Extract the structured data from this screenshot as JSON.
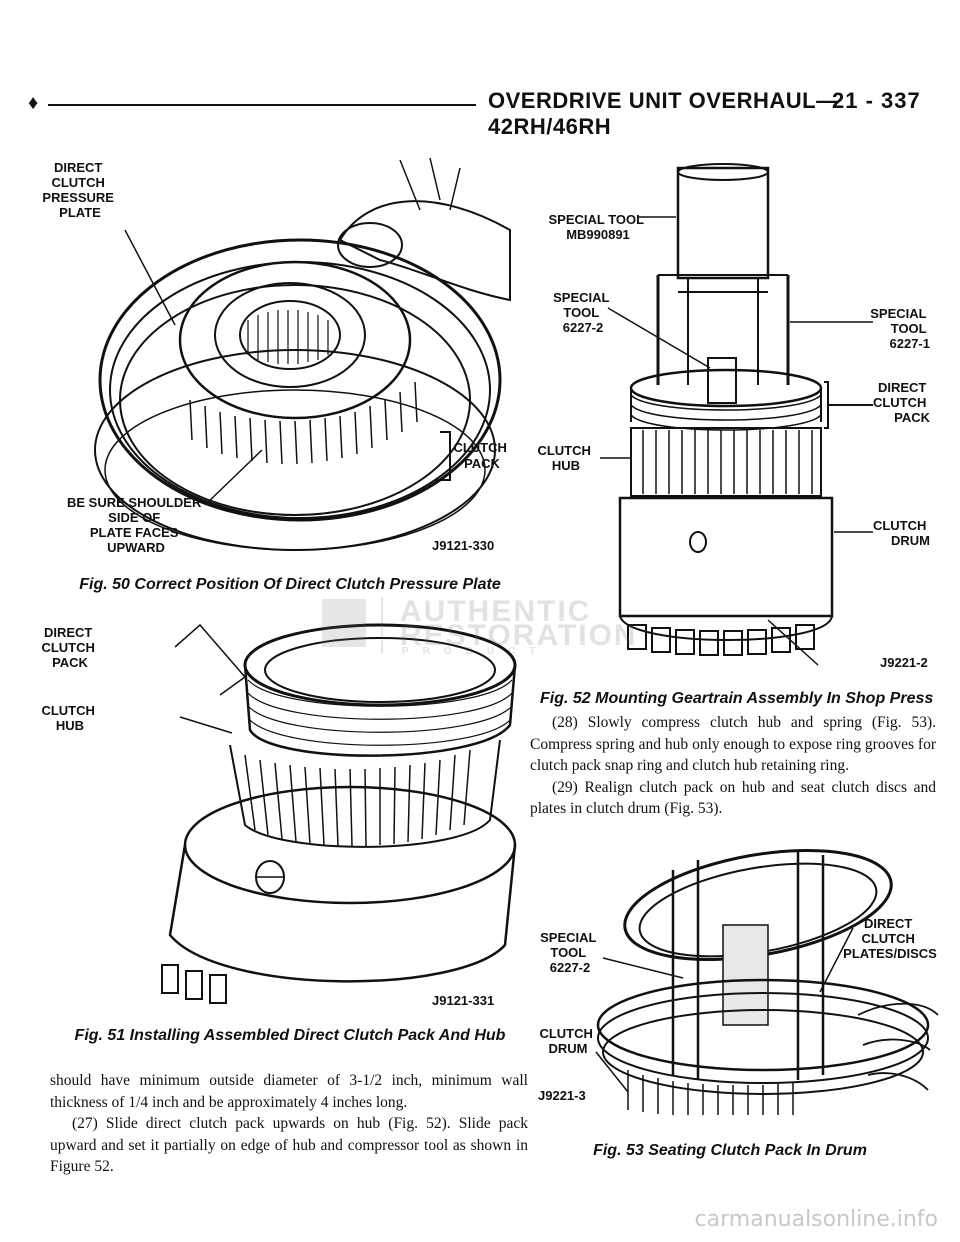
{
  "header": {
    "bullet": "♦",
    "title": "OVERDRIVE UNIT OVERHAUL—42RH/46RH",
    "page": "21 - 337"
  },
  "fig50": {
    "label_pressure_plate": [
      "DIRECT",
      "CLUTCH",
      "PRESSURE",
      "PLATE"
    ],
    "label_clutch_pack": [
      "CLUTCH",
      "PACK"
    ],
    "label_shoulder": [
      "BE SURE SHOULDER",
      "SIDE OF",
      "PLATE FACES",
      "UPWARD"
    ],
    "code": "J9121-330",
    "caption": "Fig. 50 Correct Position Of Direct Clutch Pressure Plate"
  },
  "fig51": {
    "label_pack": [
      "DIRECT",
      "CLUTCH",
      "PACK"
    ],
    "label_hub": [
      "CLUTCH",
      "HUB"
    ],
    "code": "J9121-331",
    "caption": "Fig. 51 Installing Assembled Direct Clutch Pack And Hub"
  },
  "fig52": {
    "label_tool_mb": [
      "SPECIAL TOOL",
      "MB990891"
    ],
    "label_tool_2": [
      "SPECIAL",
      "TOOL",
      "6227-2"
    ],
    "label_tool_1": [
      "SPECIAL",
      "TOOL",
      "6227-1"
    ],
    "label_pack": [
      "DIRECT",
      "CLUTCH",
      "PACK"
    ],
    "label_hub": [
      "CLUTCH",
      "HUB"
    ],
    "label_drum": [
      "CLUTCH",
      "DRUM"
    ],
    "code": "J9221-2",
    "caption": "Fig. 52 Mounting Geartrain Assembly In Shop Press"
  },
  "fig53": {
    "label_tool": [
      "SPECIAL",
      "TOOL",
      "6227-2"
    ],
    "label_plates": [
      "DIRECT",
      "CLUTCH",
      "PLATES/DISCS"
    ],
    "label_drum": [
      "CLUTCH",
      "DRUM"
    ],
    "code": "J9221-3",
    "caption": "Fig. 53 Seating Clutch Pack In Drum"
  },
  "left_text": {
    "p1": "should have minimum outside diameter of 3-1/2 inch, minimum wall thickness of 1/4 inch and be approximately 4 inches long.",
    "p2": "(27) Slide direct clutch pack upwards on hub (Fig. 52). Slide pack upward and set it partially on edge of hub and compressor tool as shown in Figure 52."
  },
  "right_text": {
    "p1": "(28) Slowly compress clutch hub and spring (Fig. 53). Compress spring and hub only enough to expose ring grooves for clutch pack snap ring and clutch hub retaining ring.",
    "p2": "(29) Realign clutch pack on hub and seat clutch discs and plates in clutch drum (Fig. 53)."
  },
  "watermark": {
    "line1": "AUTHENTIC",
    "line2": "RESTORATION",
    "line3": "PRODUCT"
  },
  "site": "carmanualsonline.info"
}
